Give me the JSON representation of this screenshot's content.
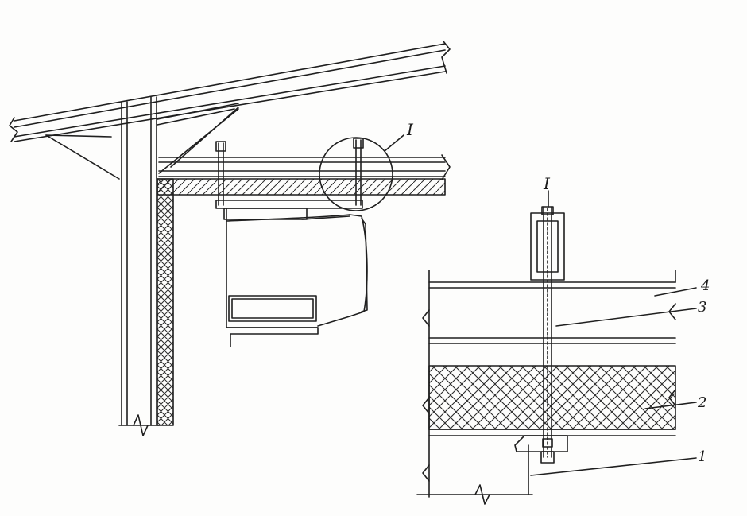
{
  "labels": {
    "detail_callout": "I",
    "detail_title": "I",
    "item_1": "1",
    "item_2": "2",
    "item_3": "3",
    "item_4": "4"
  },
  "colors": {
    "line": "#1f1f1f",
    "paper": "#fdfdfc"
  }
}
